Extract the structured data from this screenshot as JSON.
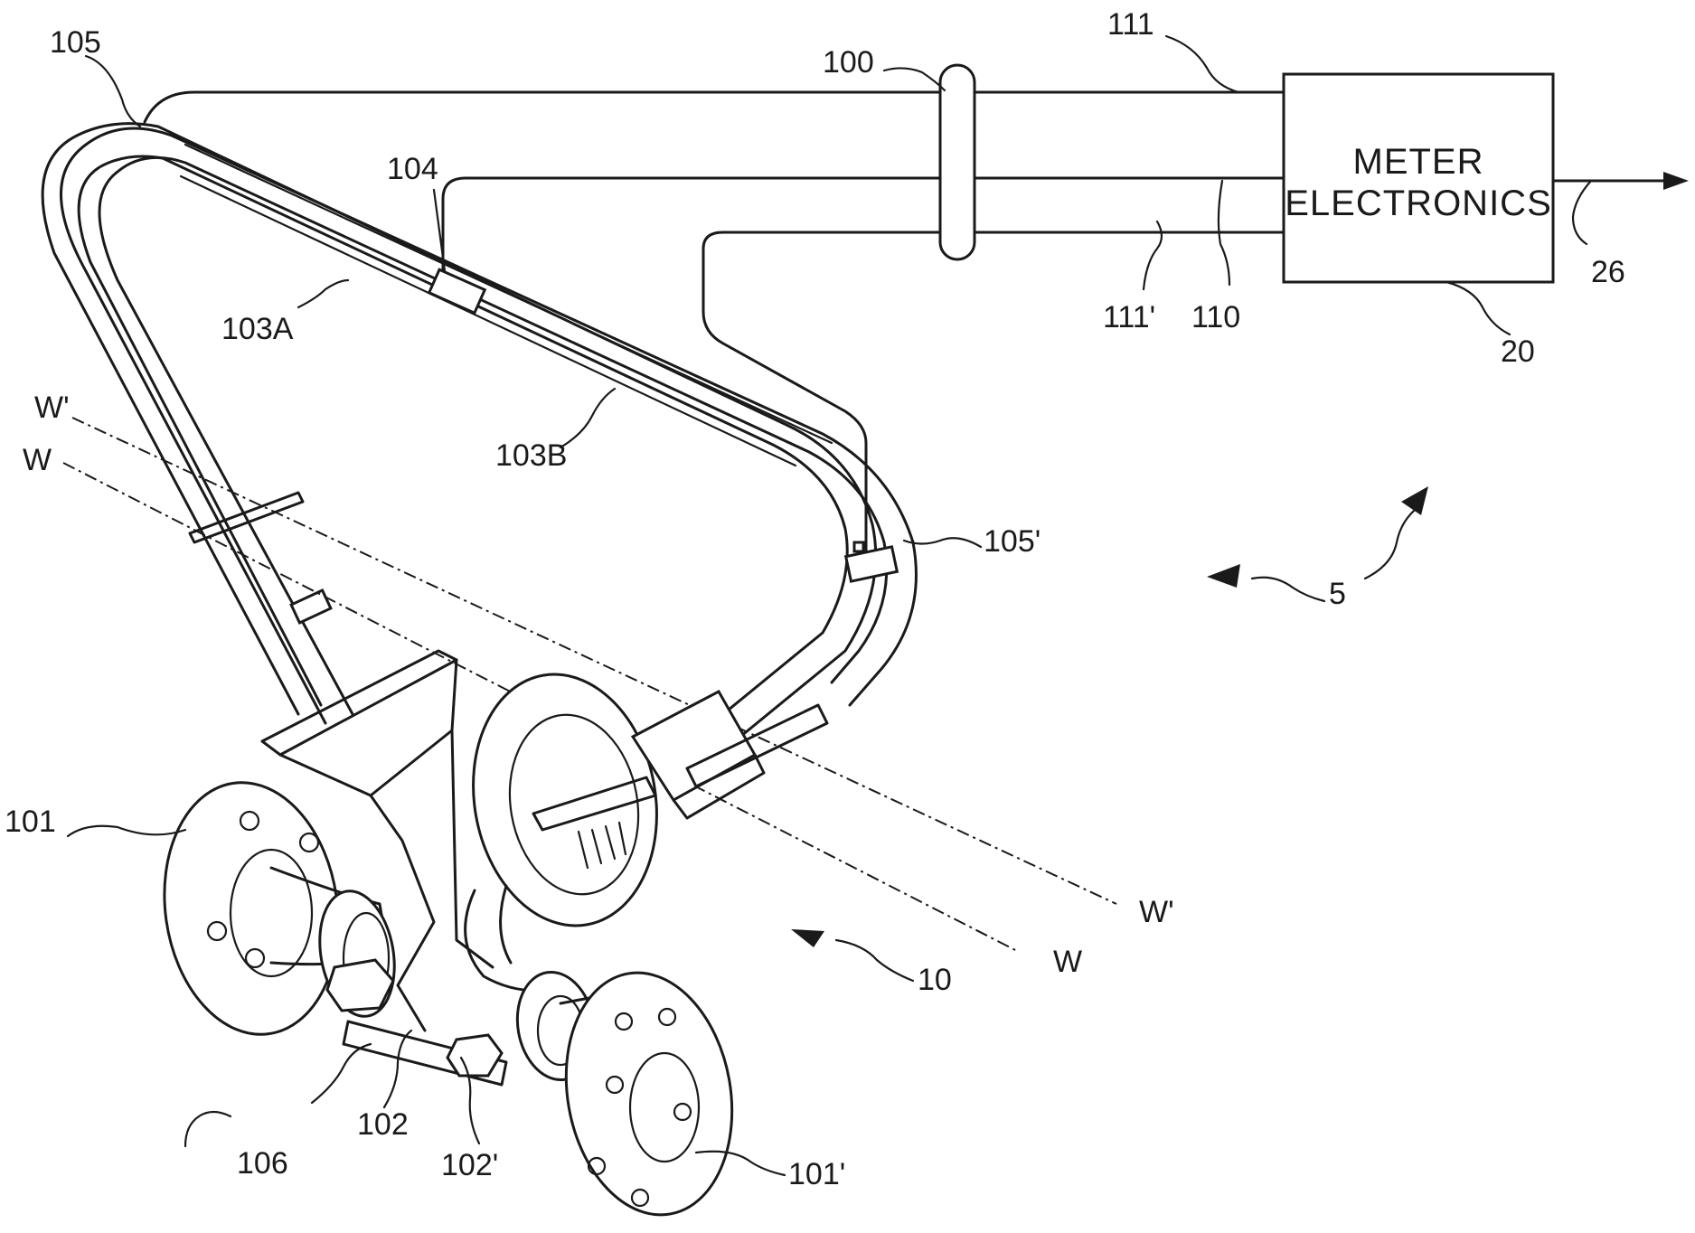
{
  "figure": {
    "box": {
      "line1": "METER",
      "line2": "ELECTRONICS"
    },
    "refs": {
      "r105": "105",
      "r100": "100",
      "r111": "111",
      "r104": "104",
      "r103A": "103A",
      "r111p": "111'",
      "r110": "110",
      "r26": "26",
      "r20": "20",
      "rWp_top": "W'",
      "rW_top": "W",
      "r103B": "103B",
      "r105p": "105'",
      "r5": "5",
      "r101": "101",
      "rWp_bot": "W'",
      "rW_bot": "W",
      "r10": "10",
      "r106": "106",
      "r102": "102",
      "r102p": "102'",
      "r101p": "101'"
    }
  }
}
